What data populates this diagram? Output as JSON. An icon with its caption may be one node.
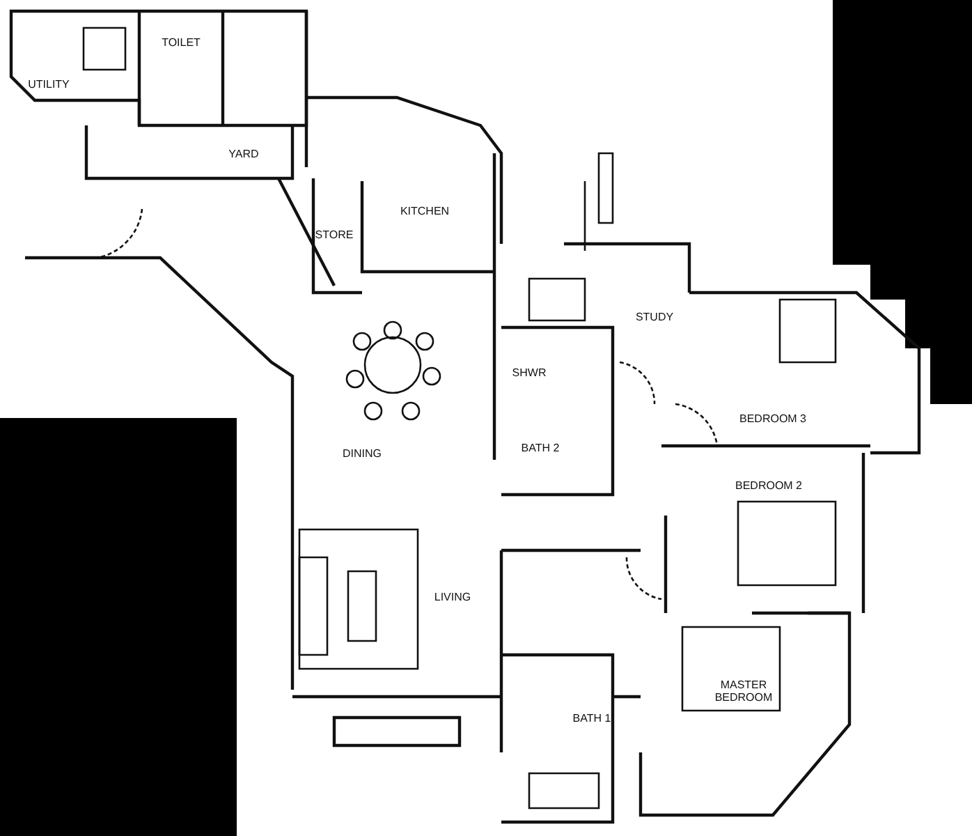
{
  "diagram": {
    "labels": [
      "UTILITY",
      "TOILET",
      "YARD",
      "KITCHEN",
      "STORE",
      "STUDY",
      "SHWR",
      "DINING",
      "BATH 2",
      "BEDROOM 3",
      "BEDROOM 2",
      "LIVING",
      "BATH 1",
      "MASTER BEDROOM"
    ]
  }
}
